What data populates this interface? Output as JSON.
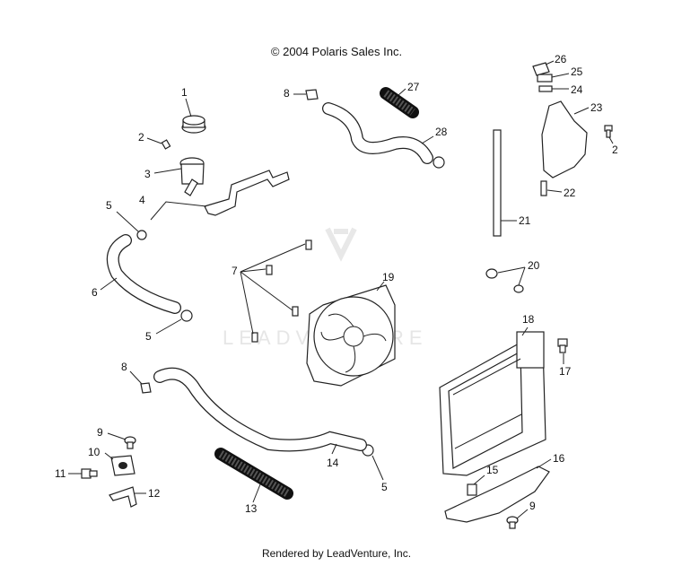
{
  "copyright": "© 2004 Polaris Sales Inc.",
  "footer": "Rendered by LeadVenture, Inc.",
  "watermark": "LEADVENTURE",
  "callouts": {
    "c1": "1",
    "c2a": "2",
    "c2b": "2",
    "c3": "3",
    "c4": "4",
    "c5a": "5",
    "c5b": "5",
    "c5c": "5",
    "c6": "6",
    "c7": "7",
    "c8a": "8",
    "c8b": "8",
    "c9a": "9",
    "c9b": "9",
    "c10": "10",
    "c11": "11",
    "c12": "12",
    "c13": "13",
    "c14": "14",
    "c15": "15",
    "c16": "16",
    "c17": "17",
    "c18": "18",
    "c19": "19",
    "c20": "20",
    "c21": "21",
    "c22": "22",
    "c23": "23",
    "c24": "24",
    "c25": "25",
    "c26": "26",
    "c27": "27",
    "c28": "28"
  }
}
